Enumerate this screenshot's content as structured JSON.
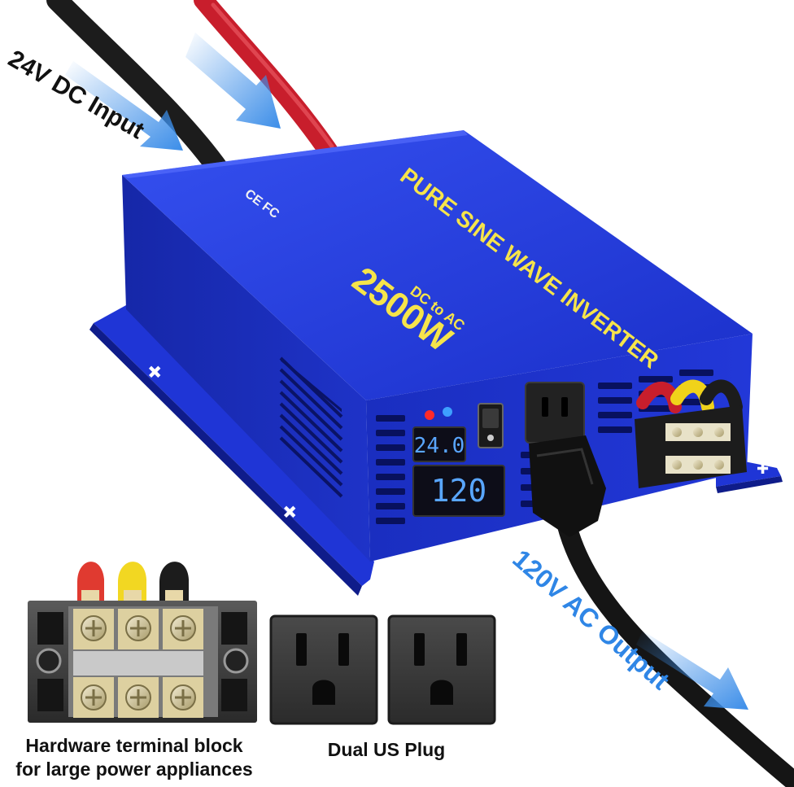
{
  "labels": {
    "dc_input": "24V DC Input",
    "ac_output": "120V AC Output",
    "terminal_caption_line1": "Hardware terminal block",
    "terminal_caption_line2": "for large power appliances",
    "plug_caption": "Dual US Plug"
  },
  "device": {
    "title": "PURE SINE WAVE INVERTER",
    "power": "2500W",
    "conversion": "DC to AC",
    "certifications": "CE FC",
    "voltage_display": "24.0",
    "ac_display": "120"
  },
  "colors": {
    "body_blue": "#1f35d6",
    "body_dark": "#0f1c8a",
    "text_yellow": "#f6e44a",
    "arrow_blue": "#3b8de8",
    "display_blue": "#59a6ff",
    "cable_red": "#c81e2c",
    "cable_black": "#1c1c1c"
  }
}
